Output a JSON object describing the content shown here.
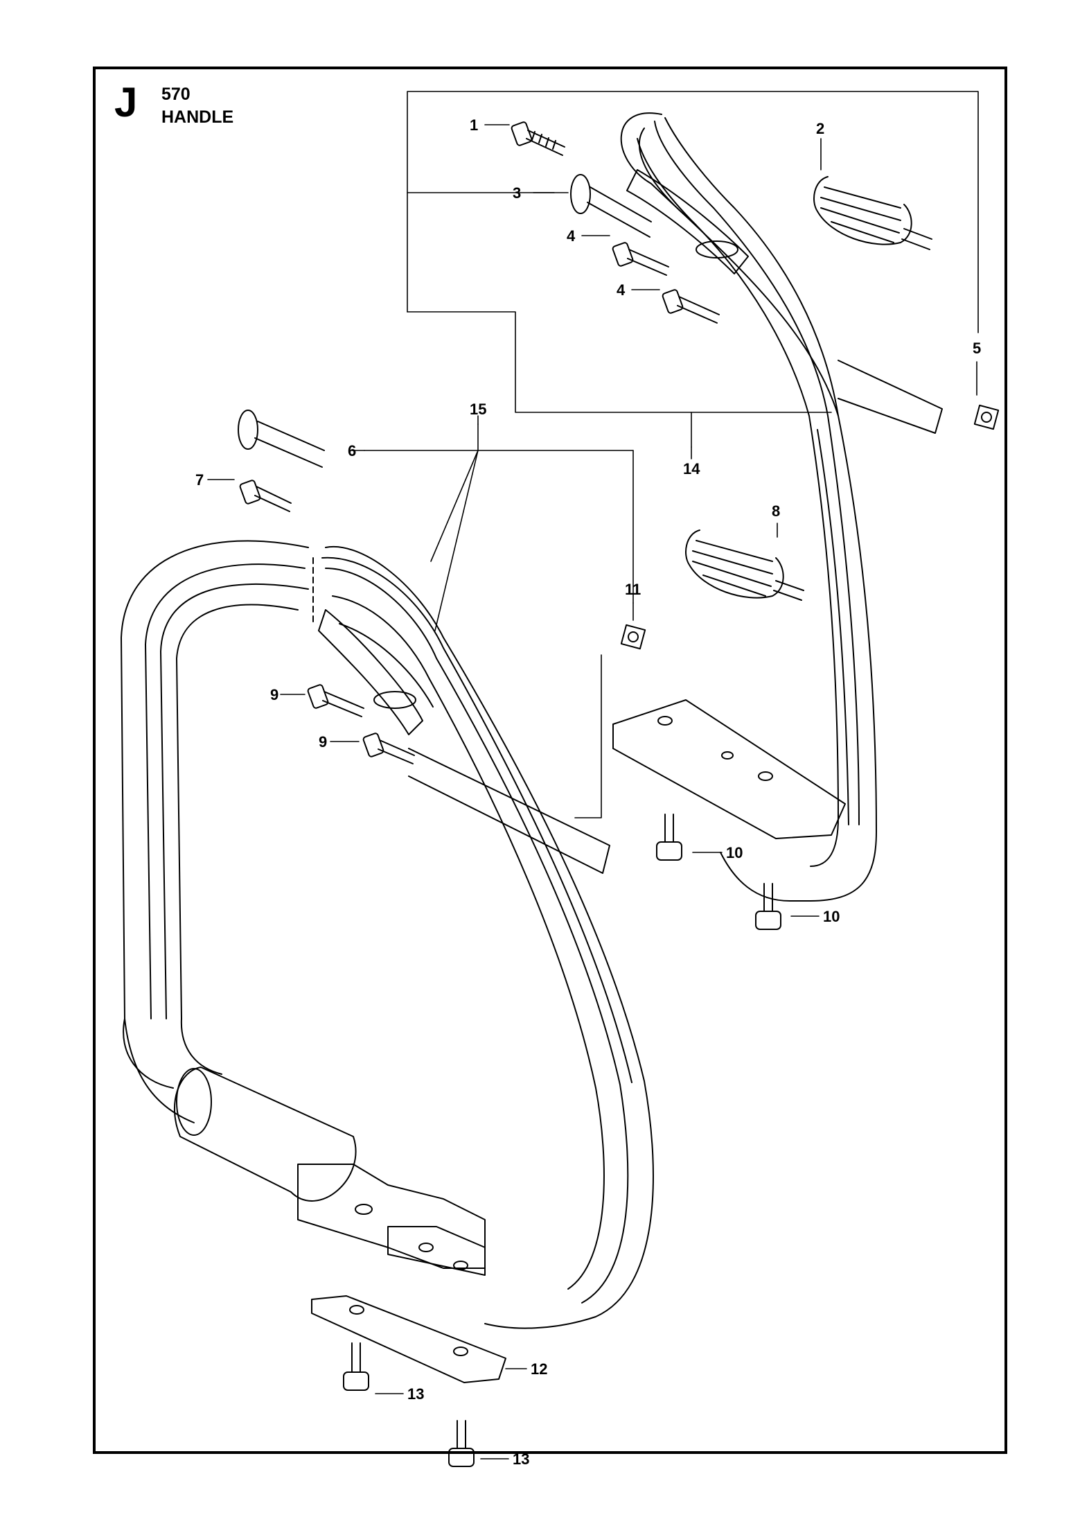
{
  "section": {
    "letter": "J",
    "model": "570",
    "title": "HANDLE"
  },
  "callouts": [
    "1",
    "2",
    "3",
    "4",
    "4",
    "5",
    "6",
    "7",
    "8",
    "9",
    "9",
    "10",
    "10",
    "11",
    "12",
    "13",
    "13",
    "14",
    "15"
  ]
}
